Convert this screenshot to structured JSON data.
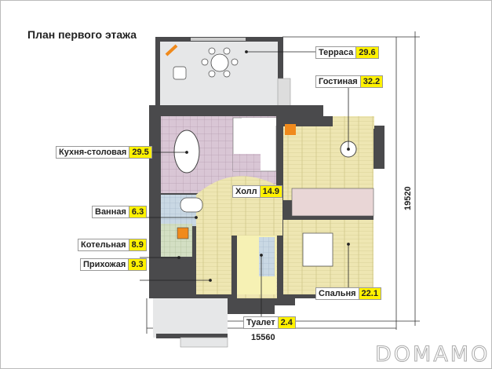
{
  "title": "План первого этажа",
  "rooms": [
    {
      "name": "Терраса",
      "area": "29.6"
    },
    {
      "name": "Гостиная",
      "area": "32.2"
    },
    {
      "name": "Кухня-столовая",
      "area": "29.5"
    },
    {
      "name": "Холл",
      "area": "14.9"
    },
    {
      "name": "Ванная",
      "area": "6.3"
    },
    {
      "name": "Котельная",
      "area": "8.9"
    },
    {
      "name": "Прихожая",
      "area": "9.3"
    },
    {
      "name": "Спальня",
      "area": "22.1"
    },
    {
      "name": "Туалет",
      "area": "2.4"
    }
  ],
  "dimensions": {
    "width": "15560",
    "depth": "19520"
  },
  "watermark": "DOMAMO",
  "colors": {
    "wall": "#4a4a4c",
    "terrace": "#e6e7e8",
    "kitchen": "#d9c6d5",
    "wood": "#eee6b2",
    "bath": "#c9d8e4",
    "boiler": "#d3dfc3",
    "toilet": "#f6f1b4",
    "highlight": "#fff200"
  }
}
